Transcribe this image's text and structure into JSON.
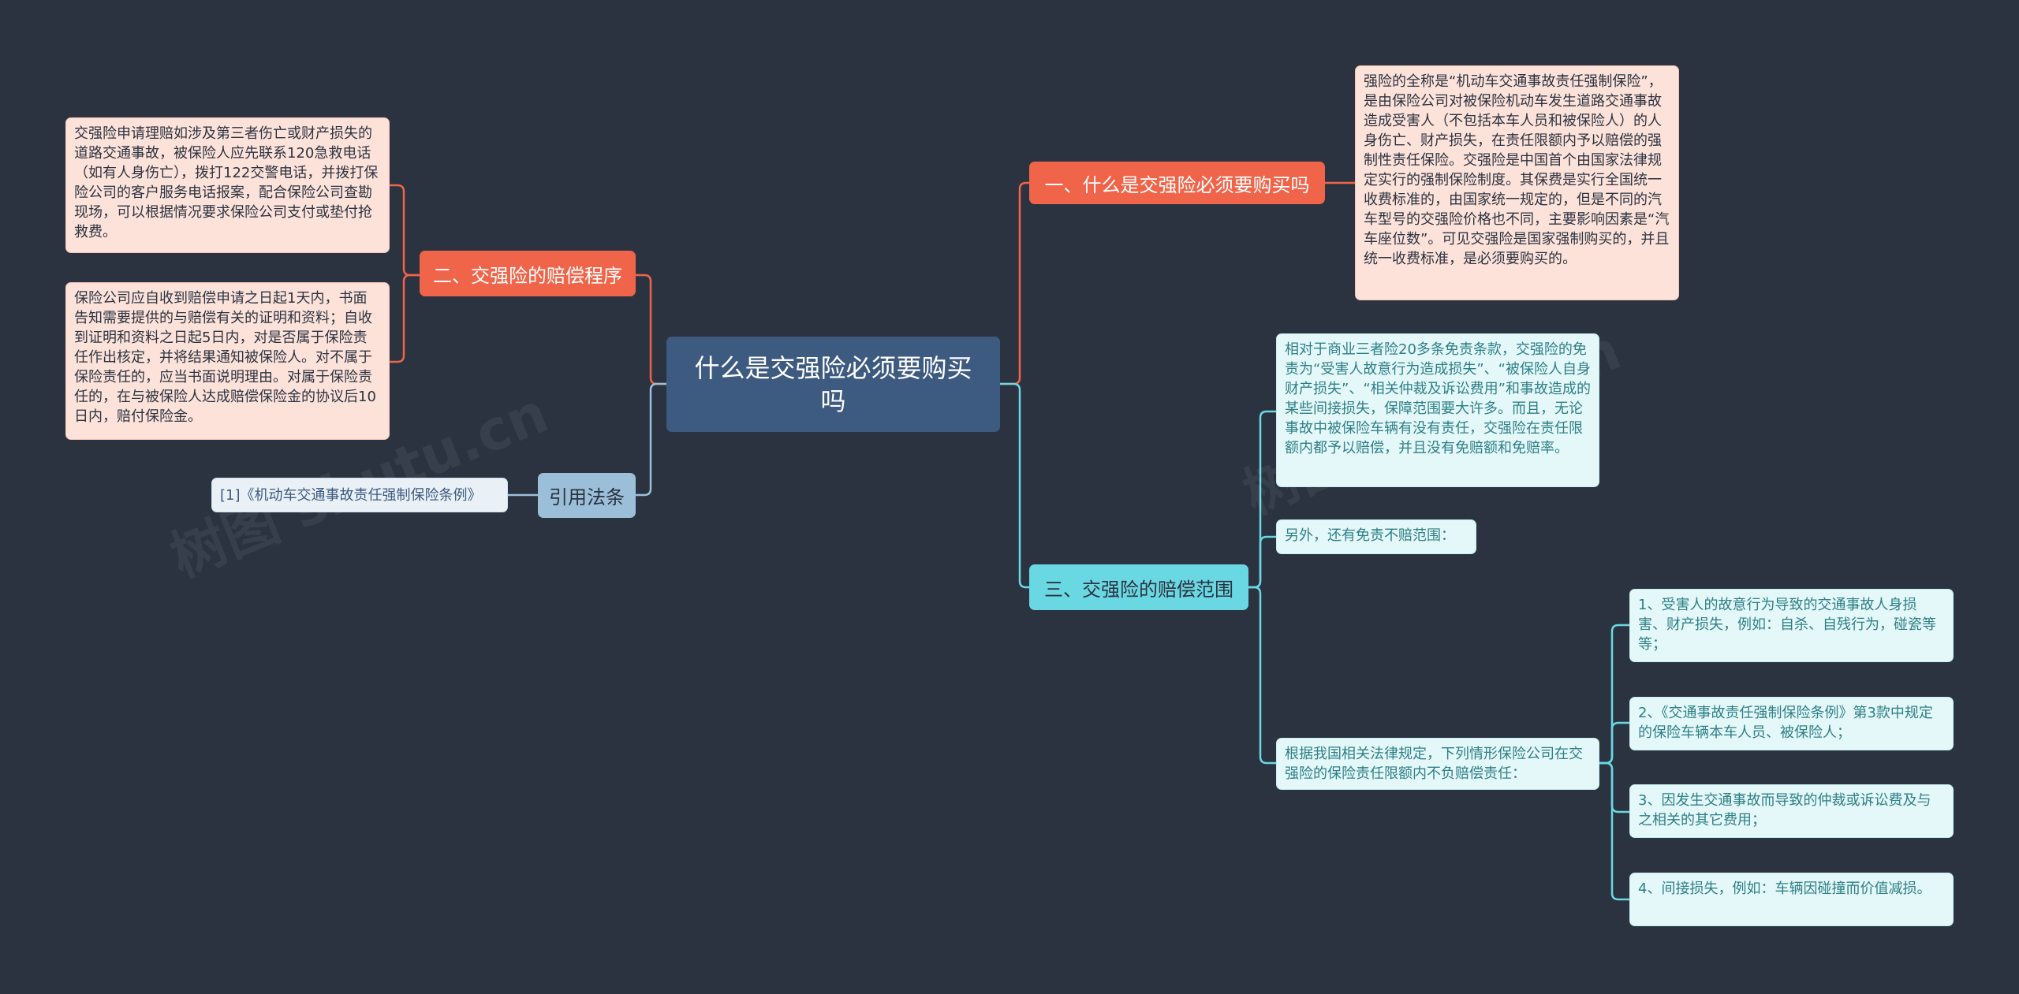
{
  "center": {
    "title": "什么是交强险必须要购买吗"
  },
  "branches": {
    "b1": {
      "label": "一、什么是交强险必须要购买吗",
      "note": "强险的全称是“机动车交通事故责任强制保险”，是由保险公司对被保险机动车发生道路交通事故造成受害人（不包括本车人员和被保险人）的人身伤亡、财产损失，在责任限额内予以赔偿的强制性责任保险。交强险是中国首个由国家法律规定实行的强制保险制度。其保费是实行全国统一收费标准的，由国家统一规定的，但是不同的汽车型号的交强险价格也不同，主要影响因素是“汽车座位数”。可见交强险是国家强制购买的，并且统一收费标准，是必须要购买的。"
    },
    "b2": {
      "label": "二、交强险的赔偿程序",
      "notes": [
        "交强险申请理赔如涉及第三者伤亡或财产损失的道路交通事故，被保险人应先联系120急救电话（如有人身伤亡），拨打122交警电话，并拨打保险公司的客户服务电话报案，配合保险公司查勘现场，可以根据情况要求保险公司支付或垫付抢救费。",
        "保险公司应自收到赔偿申请之日起1天内，书面告知需要提供的与赔偿有关的证明和资料；自收到证明和资料之日起5日内，对是否属于保险责任作出核定，并将结果通知被保险人。对不属于保险责任的，应当书面说明理由。对属于保险责任的，在与被保险人达成赔偿保险金的协议后10日内，赔付保险金。"
      ]
    },
    "b3": {
      "label": "三、交强险的赔偿范围",
      "notes": [
        "相对于商业三者险20多条免责条款，交强险的免责为“受害人故意行为造成损失”、“被保险人自身财产损失”、“相关仲裁及诉讼费用”和事故造成的某些间接损失，保障范围要大许多。而且，无论事故中被保险车辆有没有责任，交强险在责任限额内都予以赔偿，并且没有免赔额和免赔率。",
        "另外，还有免责不赔范围：",
        "根据我国相关法律规定，下列情形保险公司在交强险的保险责任限额内不负赔偿责任："
      ],
      "items": [
        "1、受害人的故意行为导致的交通事故人身损害、财产损失，例如：自杀、自残行为，碰瓷等等；",
        "2、《交通事故责任强制保险条例》第3款中规定的保险车辆本车人员、被保险人；",
        "3、因发生交通事故而导致的仲裁或诉讼费及与之相关的其它费用；",
        "4、间接损失，例如：车辆因碰撞而价值减损。"
      ]
    },
    "b4": {
      "label": "引用法条",
      "ref": "[1]《机动车交通事故责任强制保险条例》"
    }
  },
  "colors": {
    "background": "#2b3340",
    "center": "#3d5a80",
    "red": "#f06449",
    "teal": "#6ad8e2",
    "blue": "#9bbfd8"
  }
}
